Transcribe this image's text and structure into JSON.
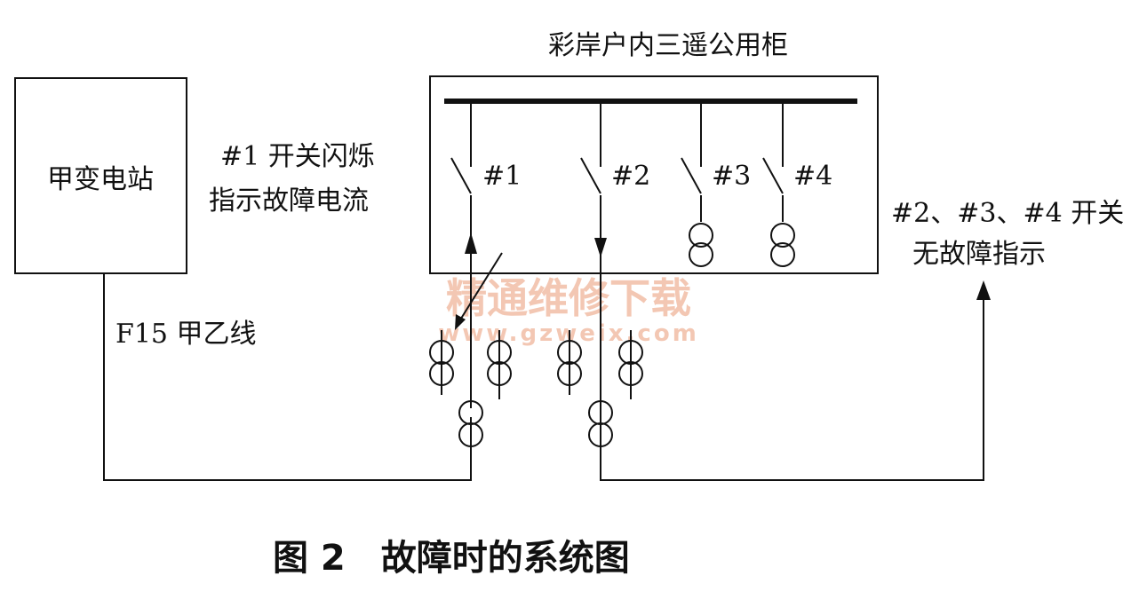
{
  "diagram": {
    "cabinet_title": "彩岸户内三遥公用柜",
    "substation_label": "甲变电站",
    "line_label": "F15 甲乙线",
    "switch1_note_line1": "#1 开关闪烁",
    "switch1_note_line2": "指示故障电流",
    "other_switches_note_line1": "#2、#3、#4 开关",
    "other_switches_note_line2": "无故障指示",
    "switches": [
      "#1",
      "#2",
      "#3",
      "#4"
    ],
    "caption": "图 2　故障时的系统图"
  },
  "watermark": {
    "text": "精通维修下载",
    "url": "www.gzweix.com"
  }
}
